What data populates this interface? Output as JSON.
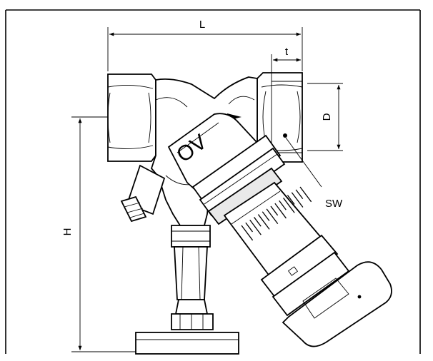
{
  "labels": {
    "length": "L",
    "thread_depth": "t",
    "diameter": "D",
    "wrench_size": "SW",
    "height": "H",
    "logo": "OV"
  },
  "colors": {
    "line": "#000000",
    "background": "#ffffff",
    "shading": "#e9e9e9"
  }
}
